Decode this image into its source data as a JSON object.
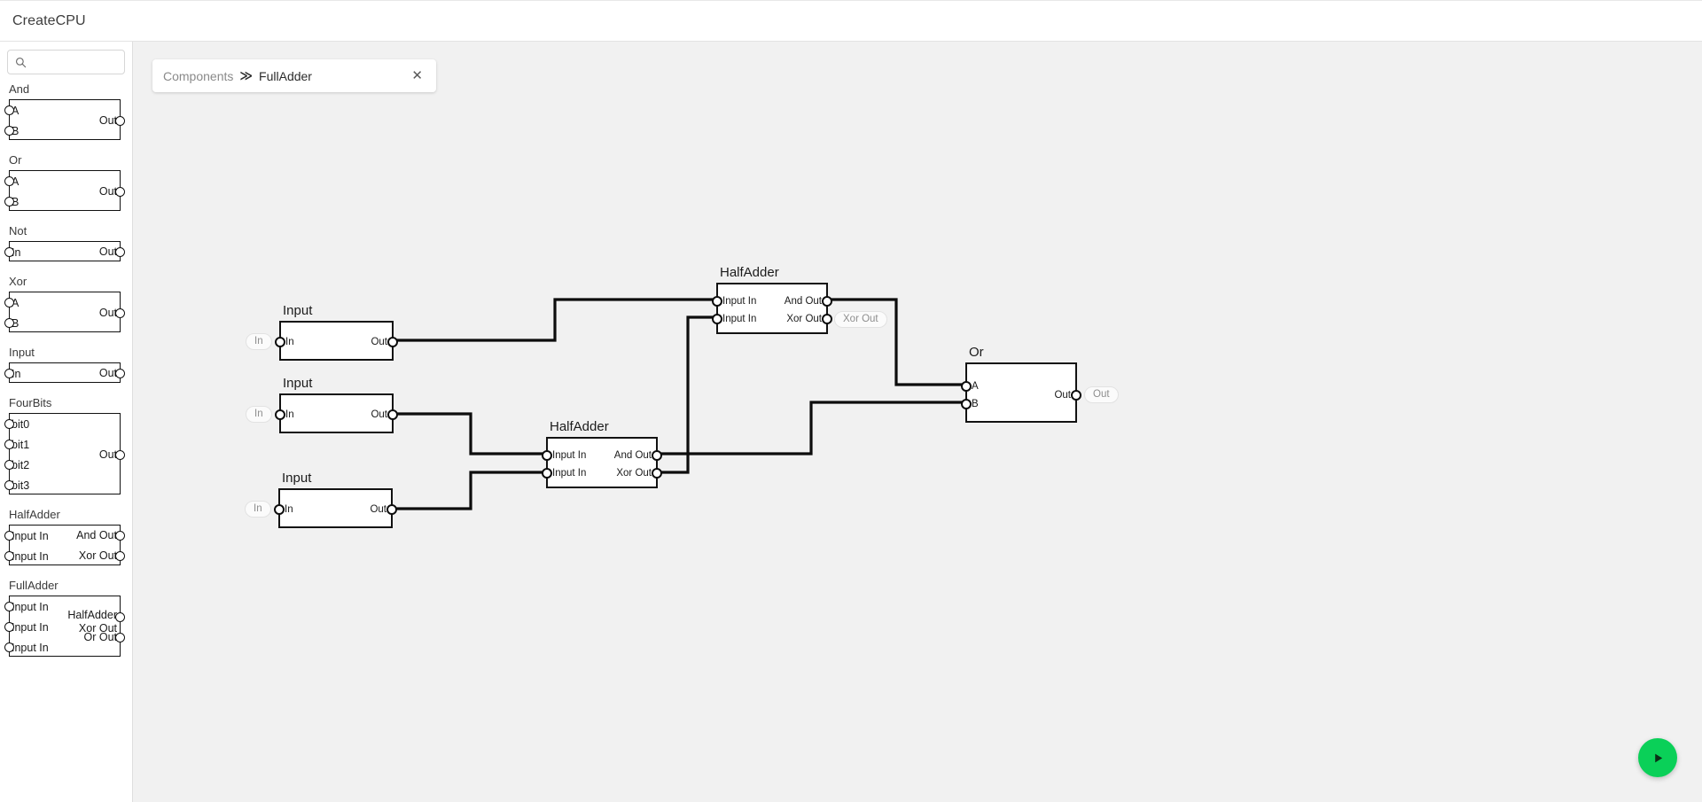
{
  "app": {
    "title": "CreateCPU"
  },
  "search": {
    "value": "",
    "placeholder": "",
    "icon": "search-icon"
  },
  "palette": {
    "items": [
      {
        "name": "And",
        "inputs": [
          "A",
          "B"
        ],
        "outputs": [
          "Out"
        ]
      },
      {
        "name": "Or",
        "inputs": [
          "A",
          "B"
        ],
        "outputs": [
          "Out"
        ]
      },
      {
        "name": "Not",
        "inputs": [
          "In"
        ],
        "outputs": [
          "Out"
        ]
      },
      {
        "name": "Xor",
        "inputs": [
          "A",
          "B"
        ],
        "outputs": [
          "Out"
        ]
      },
      {
        "name": "Input",
        "inputs": [
          "In"
        ],
        "outputs": [
          "Out"
        ]
      },
      {
        "name": "FourBits",
        "inputs": [
          "bit0",
          "bit1",
          "bit2",
          "bit3"
        ],
        "outputs": [
          "Out"
        ]
      },
      {
        "name": "HalfAdder",
        "inputs": [
          "Input In",
          "Input In"
        ],
        "outputs": [
          "And Out",
          "Xor Out"
        ]
      },
      {
        "name": "FullAdder",
        "inputs": [
          "Input In",
          "Input In",
          "Input In"
        ],
        "outputs": [
          "HalfAdder Xor Out",
          "Or Out"
        ]
      }
    ]
  },
  "breadcrumb": {
    "root": "Components",
    "separator": "≫",
    "current": "FullAdder",
    "close": "✕"
  },
  "canvas": {
    "background": "#f1f1f1",
    "nodes": [
      {
        "id": "input1",
        "title": "Input",
        "inputs": [
          "In"
        ],
        "outputs": [
          "Out"
        ],
        "tag_in": "In"
      },
      {
        "id": "input2",
        "title": "Input",
        "inputs": [
          "In"
        ],
        "outputs": [
          "Out"
        ],
        "tag_in": "In"
      },
      {
        "id": "input3",
        "title": "Input",
        "inputs": [
          "In"
        ],
        "outputs": [
          "Out"
        ],
        "tag_in": "In"
      },
      {
        "id": "ha_top",
        "title": "HalfAdder",
        "inputs": [
          "Input In",
          "Input In"
        ],
        "outputs": [
          "And Out",
          "Xor Out"
        ],
        "tag_out": "Xor Out"
      },
      {
        "id": "ha_bot",
        "title": "HalfAdder",
        "inputs": [
          "Input In",
          "Input In"
        ],
        "outputs": [
          "And Out",
          "Xor Out"
        ]
      },
      {
        "id": "or1",
        "title": "Or",
        "inputs": [
          "A",
          "B"
        ],
        "outputs": [
          "Out"
        ],
        "tag_out": "Out"
      }
    ]
  },
  "run": {
    "label": "▶",
    "color": "#0ad058",
    "icon": "play-icon"
  }
}
